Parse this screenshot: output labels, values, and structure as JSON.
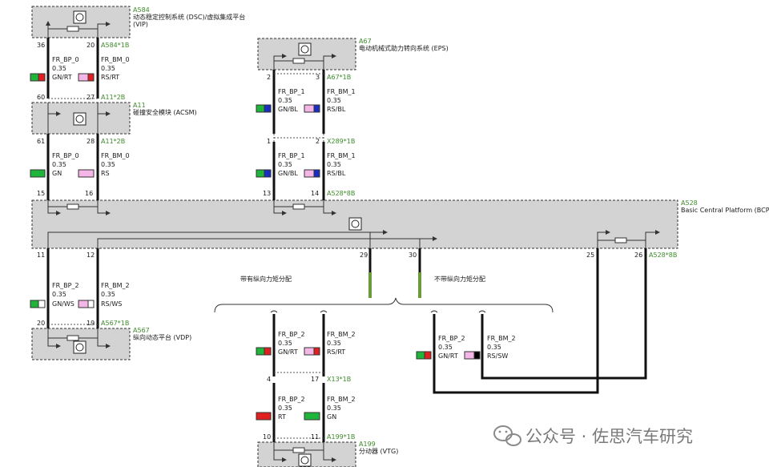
{
  "components": {
    "a584": {
      "id": "A584",
      "name": "动态稳定控制系统 (DSC)/虚拟集成平台",
      "sub": "(VIP)",
      "conn": "A584*1B",
      "pin_a": "36",
      "pin_b": "20"
    },
    "a11": {
      "id": "A11",
      "name": "碰撞安全模块 (ACSM)",
      "conn_top": "A11*2B",
      "conn_bot": "A11*2B",
      "pin_top_a": "60",
      "pin_top_b": "27",
      "pin_bot_a": "61",
      "pin_bot_b": "28"
    },
    "a67": {
      "id": "A67",
      "name": "电动机械式助力转向系统 (EPS)",
      "conn": "A67*1B",
      "pin_a": "2",
      "pin_b": "3"
    },
    "x289": {
      "conn": "X289*1B",
      "pin_a": "1",
      "pin_b": "2"
    },
    "a528": {
      "id": "A528",
      "name": "Basic Central Platform (BCP)",
      "conn_top": "A528*8B",
      "conn_bot": "A528*8B",
      "pin_t1": "15",
      "pin_t2": "16",
      "pin_t3": "13",
      "pin_t4": "14",
      "pin_b1": "11",
      "pin_b2": "12",
      "pin_b3": "29",
      "pin_b4": "30",
      "pin_b5": "25",
      "pin_b6": "26"
    },
    "a567": {
      "id": "A567",
      "name": "纵向动态平台 (VDP)",
      "conn": "A567*1B",
      "pin_a": "20",
      "pin_b": "19"
    },
    "x13": {
      "conn": "X13*1B",
      "pin_a": "4",
      "pin_b": "17"
    },
    "a199": {
      "id": "A199",
      "name": "分动器 (VTG)",
      "conn": "A199*1B",
      "pin_a": "10",
      "pin_b": "11"
    }
  },
  "wires": {
    "w1": {
      "name": "FR_BP_0",
      "size": "0.35",
      "color": "GN/RT"
    },
    "w2": {
      "name": "FR_BM_0",
      "size": "0.35",
      "color": "RS/RT"
    },
    "w3": {
      "name": "FR_BP_0",
      "size": "0.35",
      "color": "GN"
    },
    "w4": {
      "name": "FR_BM_0",
      "size": "0.35",
      "color": "RS"
    },
    "w5": {
      "name": "FR_BP_1",
      "size": "0.35",
      "color": "GN/BL"
    },
    "w6": {
      "name": "FR_BM_1",
      "size": "0.35",
      "color": "RS/BL"
    },
    "w7": {
      "name": "FR_BP_1",
      "size": "0.35",
      "color": "GN/BL"
    },
    "w8": {
      "name": "FR_BM_1",
      "size": "0.35",
      "color": "RS/BL"
    },
    "w9": {
      "name": "FR_BP_2",
      "size": "0.35",
      "color": "GN/WS"
    },
    "w10": {
      "name": "FR_BM_2",
      "size": "0.35",
      "color": "RS/WS"
    },
    "w11": {
      "name": "FR_BP_2",
      "size": "0.35",
      "color": "GN/RT"
    },
    "w12": {
      "name": "FR_BM_2",
      "size": "0.35",
      "color": "RS/RT"
    },
    "w13": {
      "name": "FR_BP_2",
      "size": "0.35",
      "color": "RT"
    },
    "w14": {
      "name": "FR_BM_2",
      "size": "0.35",
      "color": "GN"
    },
    "w15": {
      "name": "FR_BP_2",
      "size": "0.35",
      "color": "GN/RT"
    },
    "w16": {
      "name": "FR_BM_2",
      "size": "0.35",
      "color": "RS/SW"
    }
  },
  "variants": {
    "with": "带有纵向力矩分配",
    "without": "不带纵向力矩分配"
  },
  "watermark": {
    "text": "公众号 · 佐思汽车研究"
  },
  "colors": {
    "GN": "#1fb43a",
    "RT": "#e01f1f",
    "RS": "#f4b6e6",
    "BL": "#1a2fbf",
    "WS": "#ffffff",
    "SW": "#000000",
    "label_green": "#3d8b2a",
    "box_fill": "#d3d3d3"
  }
}
